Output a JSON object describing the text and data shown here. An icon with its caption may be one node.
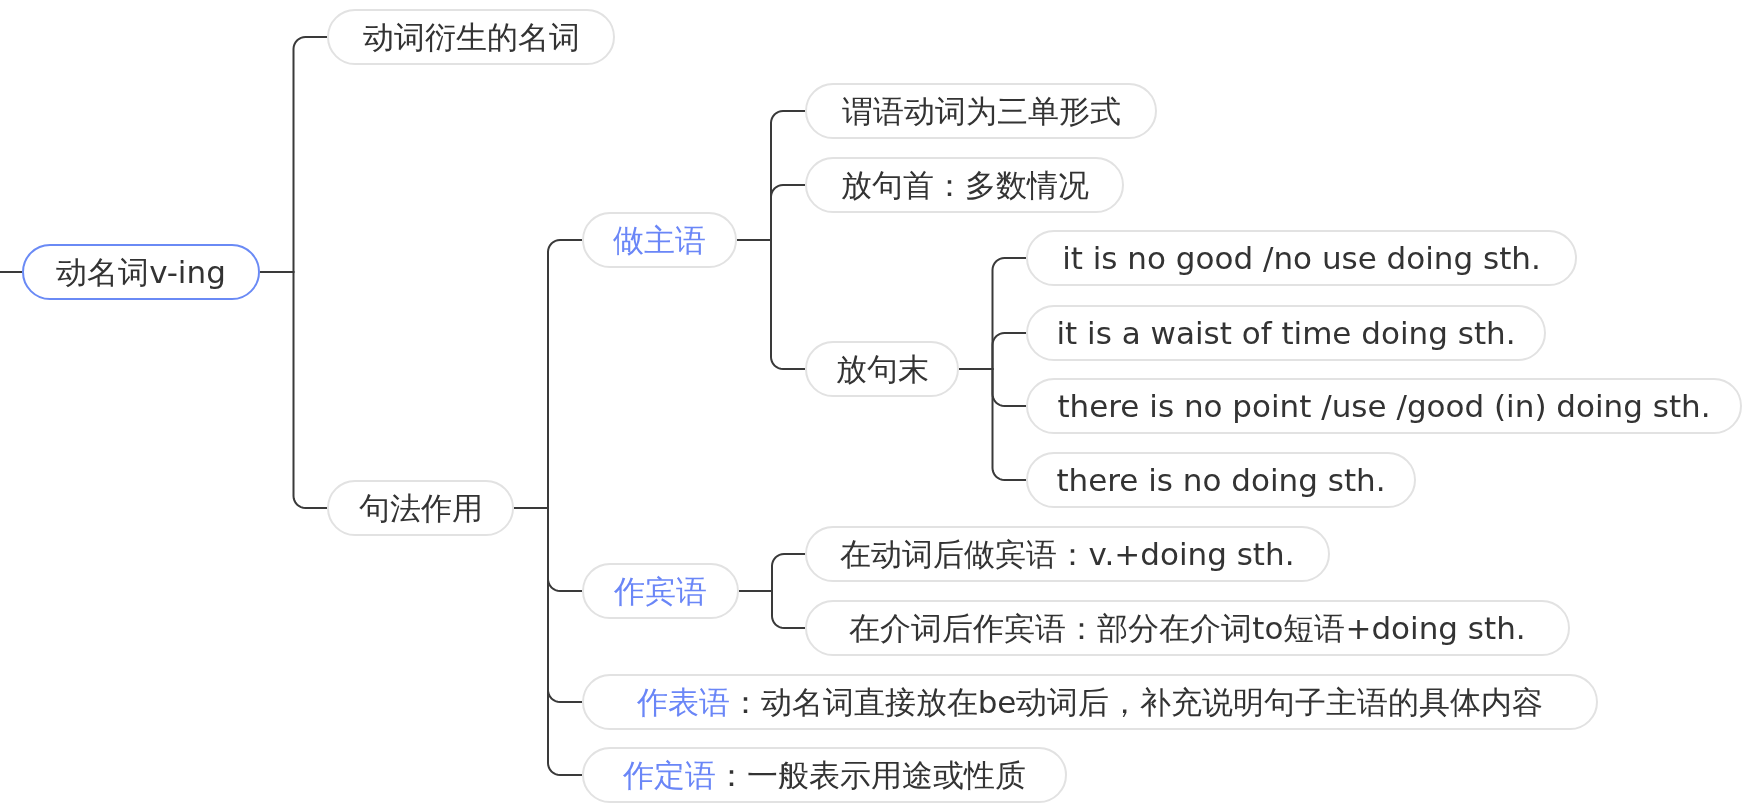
{
  "diagram": {
    "nodes": [
      {
        "text": [
          "动名词v-ing"
        ]
      },
      {
        "text": [
          "动词衍生的名词"
        ]
      },
      {
        "text": [
          "句法作用"
        ]
      },
      {
        "text": [
          "做主语"
        ]
      },
      {
        "text": [
          "谓语动词为三单形式"
        ]
      },
      {
        "text": [
          "放句首：多数情况"
        ]
      },
      {
        "text": [
          "放句末"
        ]
      },
      {
        "text": [
          "it is no good /no use doing sth."
        ]
      },
      {
        "text": [
          "it is a waist of time doing sth."
        ]
      },
      {
        "text": [
          "there is no point /use /good (in) doing sth."
        ]
      },
      {
        "text": [
          "there is no doing sth."
        ]
      },
      {
        "text": [
          "作宾语"
        ]
      },
      {
        "text": [
          "在动词后做宾语：v.+doing sth."
        ]
      },
      {
        "text": [
          "在介词后作宾语：部分在介词to短语+doing sth."
        ]
      },
      {
        "text": [
          "作表语",
          "：动名词直接放在be动词后，补充说明句子主语的具体内容"
        ]
      },
      {
        "text": [
          "作定语",
          "：一般表示用途或性质"
        ]
      }
    ],
    "edges": [
      {
        "from": null,
        "to": 0,
        "arrow": "none"
      },
      {
        "from": 0,
        "to": 1,
        "arrow": "none"
      },
      {
        "from": 0,
        "to": 2,
        "arrow": "none"
      },
      {
        "from": 2,
        "to": 3,
        "arrow": "none"
      },
      {
        "from": 3,
        "to": 4,
        "arrow": "none"
      },
      {
        "from": 3,
        "to": 5,
        "arrow": "none"
      },
      {
        "from": 3,
        "to": 6,
        "arrow": "none"
      },
      {
        "from": 6,
        "to": 7,
        "arrow": "none"
      },
      {
        "from": 6,
        "to": 8,
        "arrow": "none"
      },
      {
        "from": 6,
        "to": 9,
        "arrow": "none"
      },
      {
        "from": 6,
        "to": 10,
        "arrow": "none"
      },
      {
        "from": 2,
        "to": 11,
        "arrow": "none"
      },
      {
        "from": 11,
        "to": 12,
        "arrow": "none"
      },
      {
        "from": 11,
        "to": 13,
        "arrow": "none"
      },
      {
        "from": 2,
        "to": 14,
        "arrow": "none"
      },
      {
        "from": 2,
        "to": 15,
        "arrow": "none"
      }
    ]
  }
}
